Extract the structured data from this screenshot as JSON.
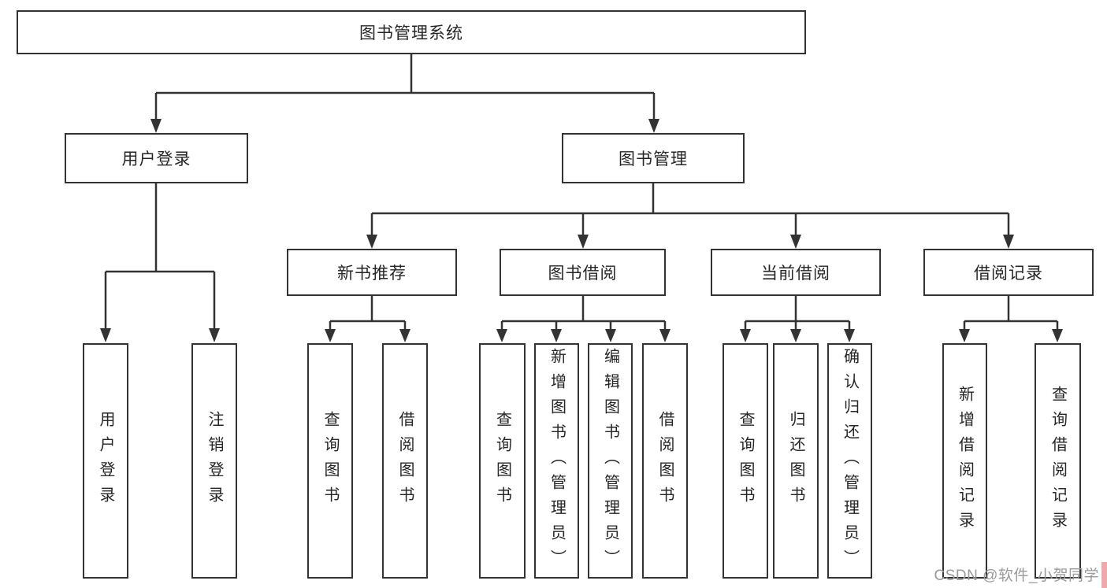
{
  "tree": {
    "root": "图书管理系统",
    "branches": [
      {
        "label": "用户登录",
        "leaves": [
          "用户登录",
          "注销登录"
        ]
      },
      {
        "label": "图书管理",
        "groups": [
          {
            "label": "新书推荐",
            "leaves": [
              "查询图书",
              "借阅图书"
            ]
          },
          {
            "label": "图书借阅",
            "leaves": [
              "查询图书",
              "新增图书（管理员）",
              "编辑图书（管理员）",
              "借阅图书"
            ]
          },
          {
            "label": "当前借阅",
            "leaves": [
              "查询图书",
              "归还图书",
              "确认归还（管理员）"
            ]
          },
          {
            "label": "借阅记录",
            "leaves": [
              "新增借阅记录",
              "查询借阅记录"
            ]
          }
        ]
      }
    ]
  },
  "watermark": {
    "text": "CSDN @软件_小贺同学"
  },
  "colors": {
    "line": "#333333",
    "box_border": "#333333",
    "text": "#262626",
    "background": "#ffffff",
    "watermark": "#9a9a9a",
    "corner_accent": "#eeaaaa"
  }
}
